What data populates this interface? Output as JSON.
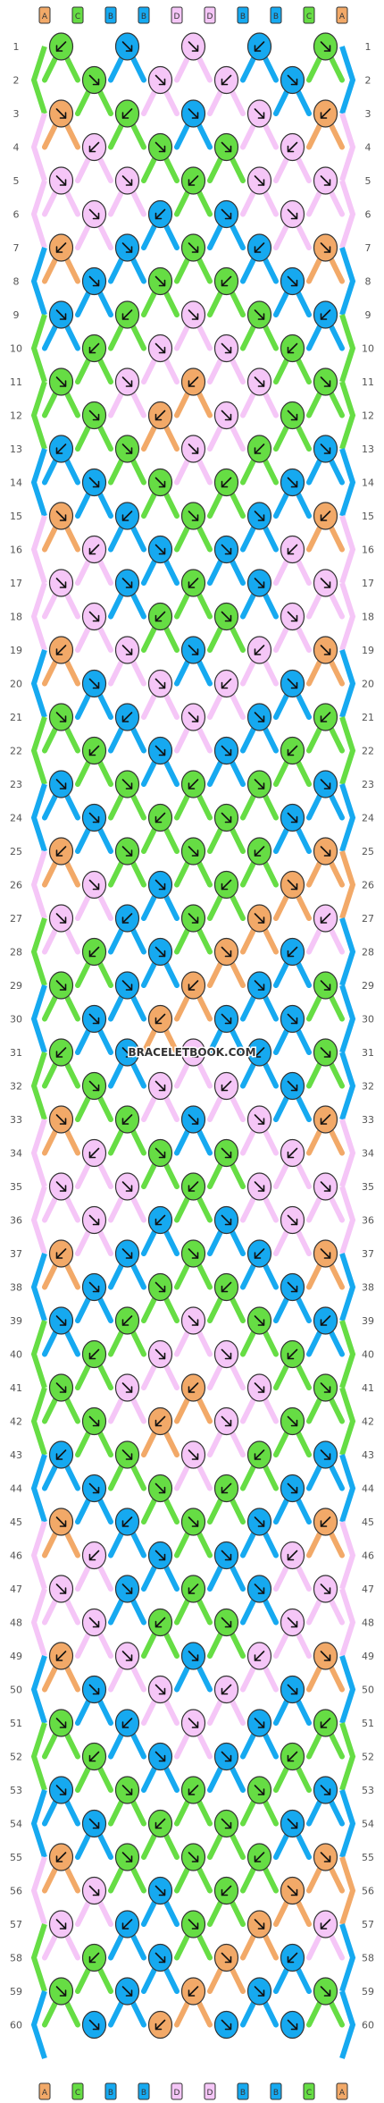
{
  "pattern": {
    "watermark": "BRACELETBOOK.COM",
    "colors": {
      "A": "#f2a968",
      "B": "#16a9f0",
      "C": "#66dd44",
      "D": "#f5c6f7"
    },
    "strands": [
      "A",
      "C",
      "B",
      "B",
      "D",
      "D",
      "B",
      "B",
      "C",
      "A"
    ],
    "rows": [
      "1",
      "2",
      "3",
      "4",
      "5",
      "6",
      "7",
      "8",
      "9",
      "10",
      "11",
      "12",
      "13",
      "14",
      "15",
      "16",
      "17",
      "18",
      "19",
      "20",
      "21",
      "22",
      "23",
      "24",
      "25",
      "26",
      "27",
      "28",
      "29",
      "30",
      "31",
      "32",
      "33",
      "34",
      "35",
      "36",
      "37",
      "38",
      "39",
      "40",
      "41",
      "42",
      "43",
      "44",
      "45",
      "46",
      "47",
      "48",
      "49",
      "50",
      "51",
      "52",
      "53",
      "54",
      "55",
      "56",
      "57",
      "58",
      "59",
      "60"
    ],
    "knot_pattern": [
      "CBDBC",
      "CDDB",
      "ACBDA",
      "DCCD",
      "DDCDD",
      "DBBD",
      "ABCBA",
      "BCCB",
      "BCDCB",
      "CDDC",
      "CDADC",
      "CADC",
      "BCDCB",
      "BCCB",
      "ABCBA",
      "DBBD",
      "DBCBD",
      "DCCD",
      "ADBDA",
      "BDDB",
      "CBDBC",
      "CBBC",
      "BCCCB",
      "BCCB",
      "ACCCA",
      "DBCA",
      "DBCAD",
      "CBAB",
      "CBAB C",
      "BABB"
    ]
  }
}
